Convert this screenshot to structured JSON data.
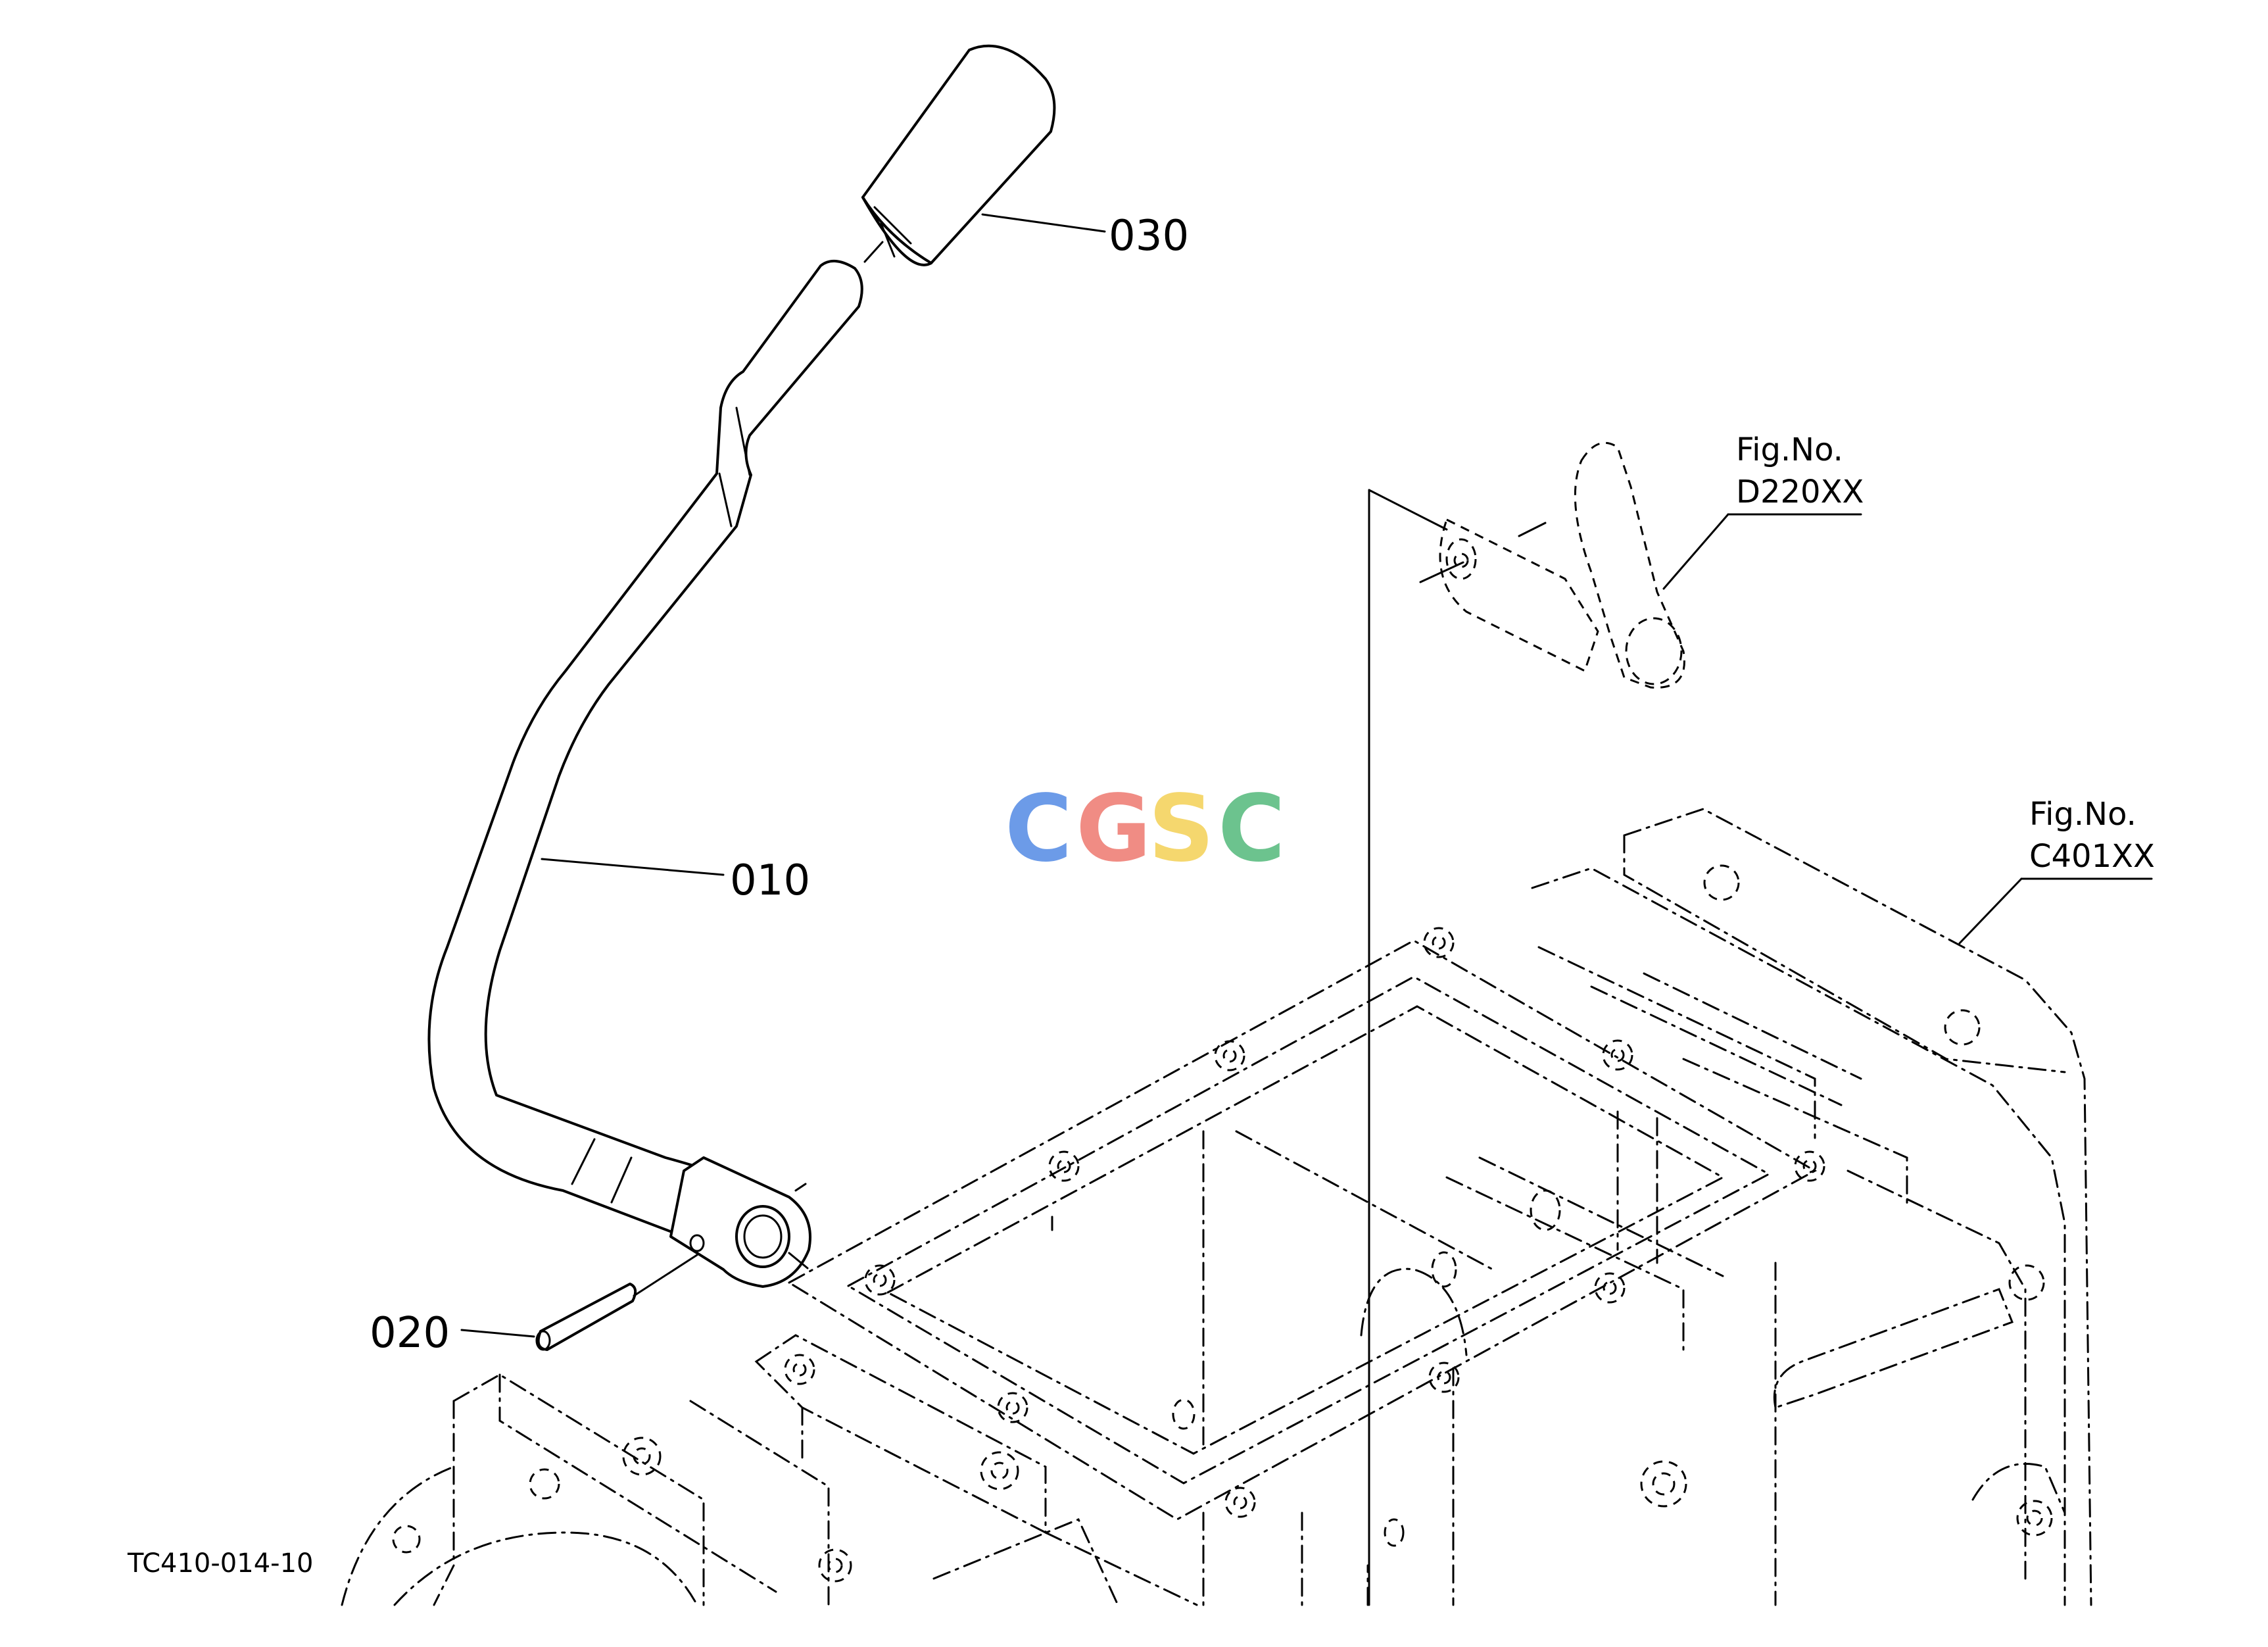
{
  "parts": [
    {
      "number": "030",
      "part": "knob"
    },
    {
      "number": "010",
      "part": "lever"
    },
    {
      "number": "020",
      "part": "pin"
    }
  ],
  "references": [
    {
      "line1": "Fig.No.",
      "line2": "D220XX"
    },
    {
      "line1": "Fig.No.",
      "line2": "C401XX"
    }
  ],
  "drawing_code": "TC410-014-10",
  "watermark": {
    "letters": [
      "C",
      "G",
      "S",
      "C"
    ],
    "colors": [
      "#6c9be8",
      "#f08c84",
      "#f5d76e",
      "#6cc38e"
    ]
  }
}
